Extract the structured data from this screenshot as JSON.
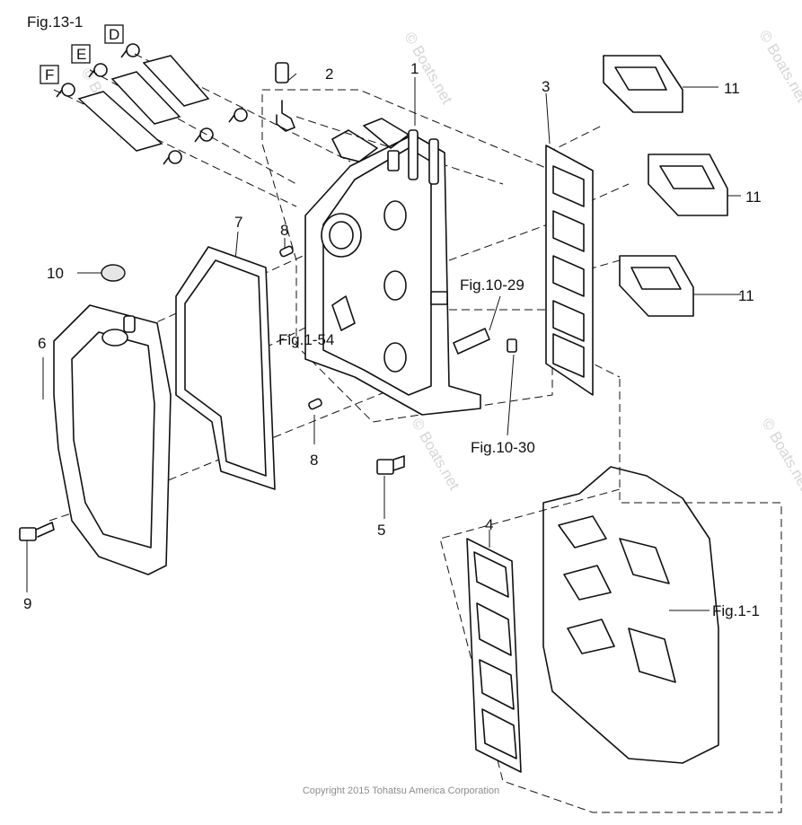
{
  "figure_title": "Fig.13-1",
  "hose_labels": [
    "D",
    "E",
    "F"
  ],
  "part_numbers": {
    "p1": "1",
    "p2": "2",
    "p3": "3",
    "p4": "4",
    "p5": "5",
    "p6": "6",
    "p7": "7",
    "p8a": "8",
    "p8b": "8",
    "p9": "9",
    "p10": "10",
    "p11a": "11",
    "p11b": "11",
    "p11c": "11"
  },
  "references": {
    "fig_10_29": "Fig.10-29",
    "fig_10_30": "Fig.10-30",
    "fig_1_54": "Fig.1-54",
    "fig_1_1": "Fig.1-1"
  },
  "watermark": "© Boats.net",
  "copyright": "Copyright 2015 Tohatsu America Corporation"
}
